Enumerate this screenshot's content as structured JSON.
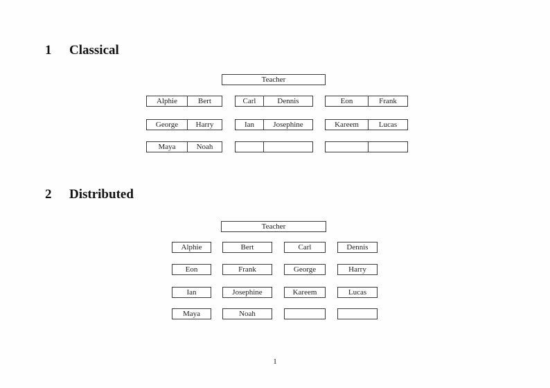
{
  "sections": [
    {
      "number": "1",
      "title": "Classical",
      "teacher_label": "Teacher",
      "rows": [
        {
          "groups": [
            [
              "Alphie",
              "Bert"
            ],
            [
              "Carl",
              "Dennis"
            ],
            [
              "Eon",
              "Frank"
            ]
          ]
        },
        {
          "groups": [
            [
              "George",
              "Harry"
            ],
            [
              "Ian",
              "Josephine"
            ],
            [
              "Kareem",
              "Lucas"
            ]
          ]
        },
        {
          "groups": [
            [
              "Maya",
              "Noah"
            ],
            [
              "",
              ""
            ],
            [
              "",
              ""
            ]
          ]
        }
      ]
    },
    {
      "number": "2",
      "title": "Distributed",
      "teacher_label": "Teacher",
      "rows": [
        {
          "boxes": [
            "Alphie",
            "Bert",
            "Carl",
            "Dennis"
          ]
        },
        {
          "boxes": [
            "Eon",
            "Frank",
            "George",
            "Harry"
          ]
        },
        {
          "boxes": [
            "Ian",
            "Josephine",
            "Kareem",
            "Lucas"
          ]
        },
        {
          "boxes": [
            "Maya",
            "Noah",
            "",
            ""
          ]
        }
      ]
    }
  ],
  "footer": {
    "page_number": "1"
  }
}
